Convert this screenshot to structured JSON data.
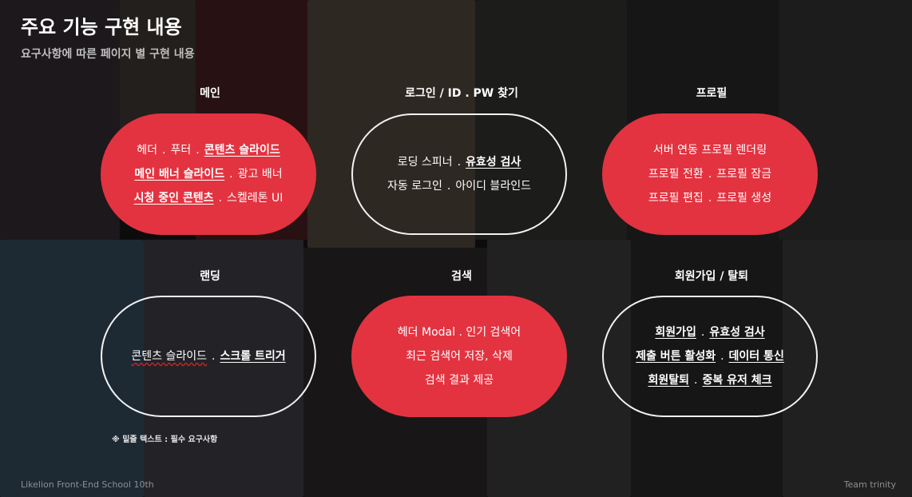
{
  "header": {
    "title": "주요 기능 구현 내용",
    "subtitle": "요구사항에 따른 페이지 별 구현 내용"
  },
  "sections": [
    {
      "title": "메인",
      "lines": [
        [
          "헤더",
          "푸터",
          "콘텐츠 슬라이드"
        ],
        [
          "메인 배너 슬라이드",
          "광고 배너"
        ],
        [
          "시청 중인 콘텐츠",
          "스켈레톤 UI"
        ]
      ]
    },
    {
      "title": "로그인 / ID . PW 찾기",
      "lines": [
        [
          "로딩 스피너",
          "유효성 검사"
        ],
        [
          "자동 로그인",
          "아이디 블라인드"
        ]
      ]
    },
    {
      "title": "프로필",
      "lines": [
        "서버 연동 프로필 렌더링",
        [
          "프로필 전환",
          "프로필 잠금"
        ],
        [
          "프로필 편집",
          "프로필 생성"
        ]
      ]
    },
    {
      "title": "랜딩",
      "lines": [
        [
          "콘텐츠 슬라이드",
          "스크롤 트리거"
        ]
      ]
    },
    {
      "title": "검색",
      "lines": [
        "헤더 Modal  . 인기 검색어",
        "최근 검색어 저장, 삭제",
        "검색 결과 제공"
      ]
    },
    {
      "title": "회원가입 / 탈퇴",
      "lines": [
        [
          "회원가입",
          "유효성 검사"
        ],
        [
          "제출 버튼 활성화",
          "데이터 통신"
        ],
        [
          "회원탈퇴",
          "중복 유저 체크"
        ]
      ]
    }
  ],
  "separator": ".",
  "note": "※ 밑줄 텍스트 : 필수 요구사항",
  "footer": {
    "left": "Likelion Front-End School 10th",
    "right": "Team trinity"
  },
  "colors": {
    "accent_red": "#e33340",
    "outline": "#f2f2f2"
  }
}
